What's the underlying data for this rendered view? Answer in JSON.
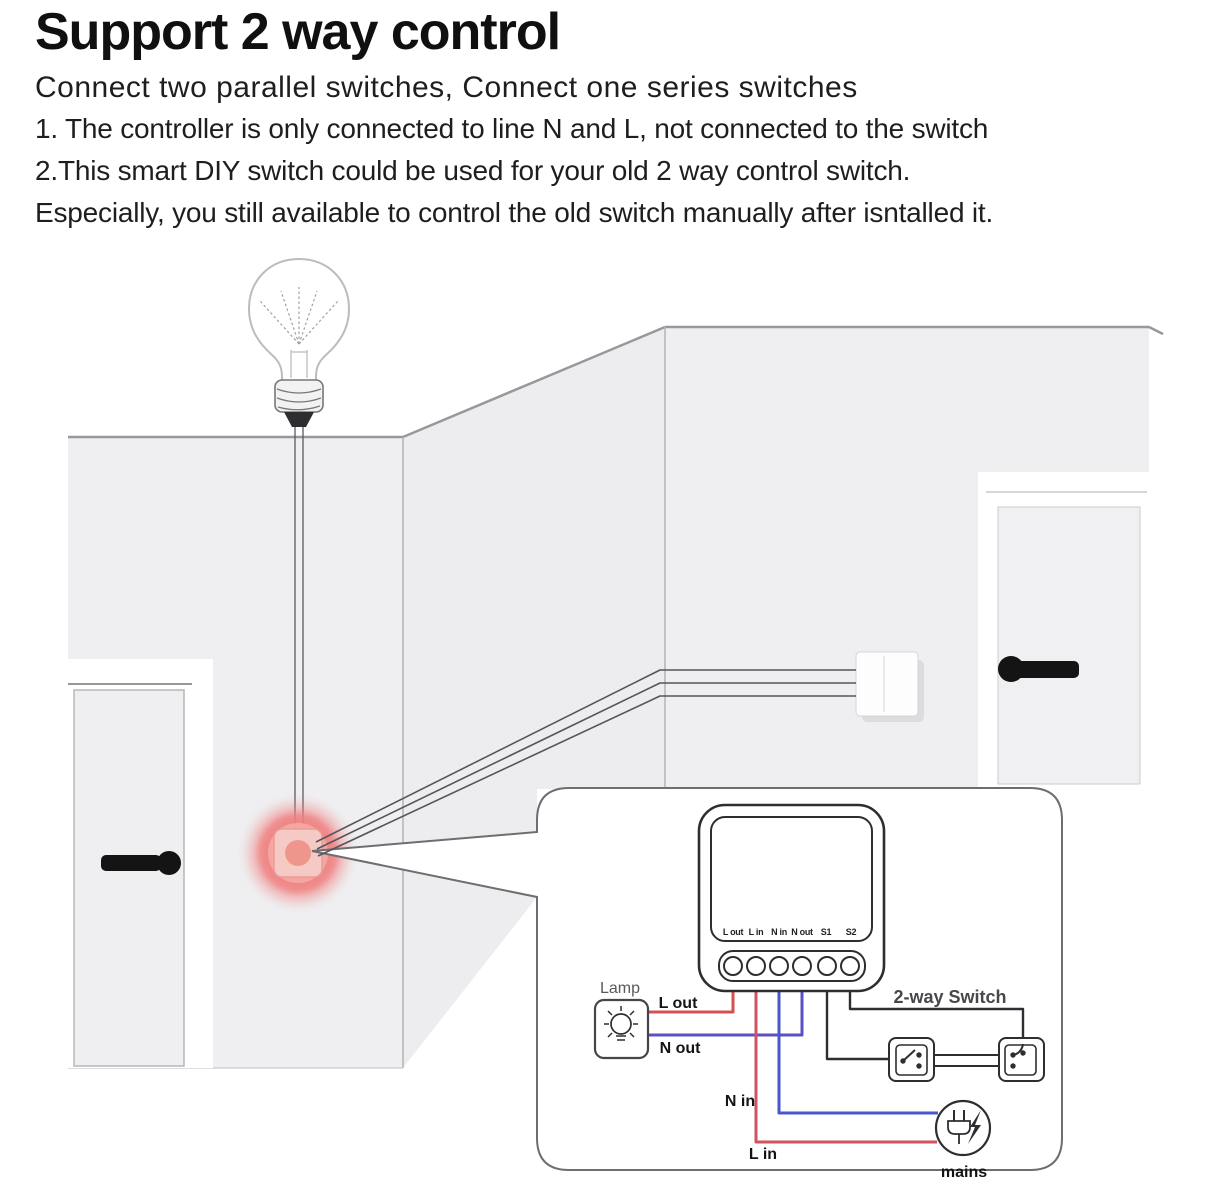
{
  "header": {
    "title": "Support 2 way control",
    "subtitle": "Connect two parallel switches, Connect one series switches",
    "points": [
      "1. The controller is only connected to line N and L, not connected to the switch",
      "2.This smart DIY switch could be used for your old 2 way control switch.",
      "Especially, you still available to control the old switch manually after isntalled it."
    ]
  },
  "diagram": {
    "device_terminals": [
      "L out",
      "L in",
      "N in",
      "N out",
      "S1",
      "S2"
    ],
    "labels": {
      "lamp": "Lamp",
      "l_out": "L out",
      "n_out": "N out",
      "n_in": "N in",
      "l_in": "L in",
      "two_way_switch": "2-way Switch",
      "mains": "mains"
    },
    "colors": {
      "live_out_wire": "#d6504f",
      "live_in_wire": "#cf5360",
      "neutral_in_wire": "#4a57c8",
      "neutral_out_wire": "#5b50c4",
      "switch_wire": "#2e2e32",
      "highlight_glow": "#f08080",
      "wall": "#efeff1"
    },
    "icons": {
      "hanging_bulb": "light-bulb-icon",
      "lamp_box": "lamp-bulb-icon",
      "mains_plug": "power-plug-icon",
      "mains_bolt": "lightning-bolt-icon",
      "door_handles": "door-handle-icon",
      "highlight": "switch-location-glow"
    }
  }
}
